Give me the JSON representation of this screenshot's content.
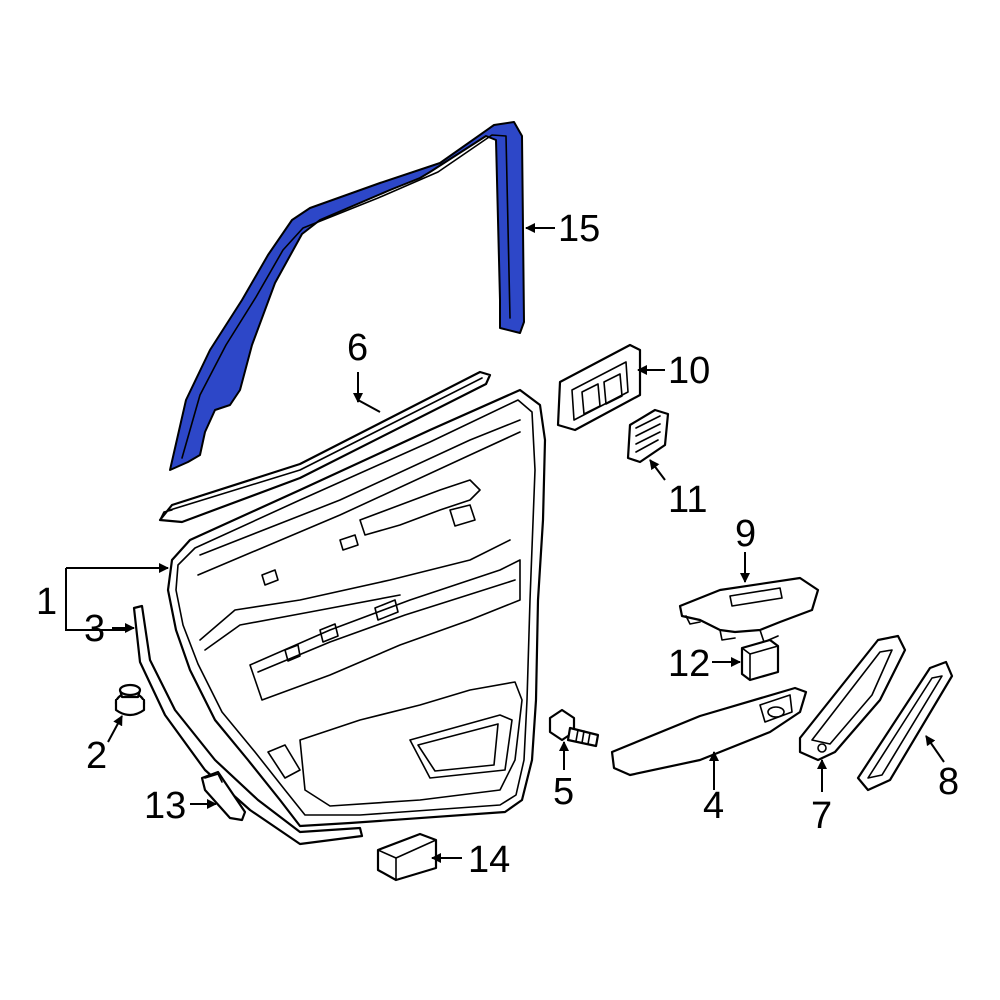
{
  "colors": {
    "highlight": "#2d47c8",
    "line": "#000000",
    "background": "#ffffff"
  },
  "callouts": {
    "c1": "1",
    "c2": "2",
    "c3": "3",
    "c4": "4",
    "c5": "5",
    "c6": "6",
    "c7": "7",
    "c8": "8",
    "c9": "9",
    "c10": "10",
    "c11": "11",
    "c12": "12",
    "c13": "13",
    "c14": "14",
    "c15": "15"
  },
  "highlighted_part": "15"
}
